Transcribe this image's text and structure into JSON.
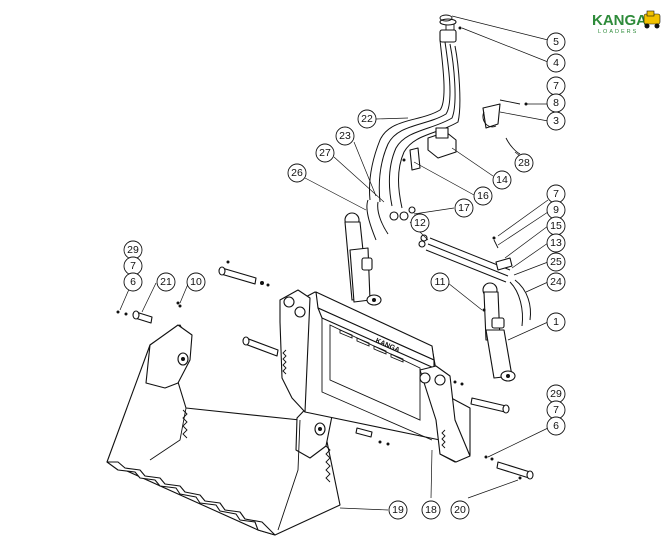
{
  "logo": {
    "brand": "KANGA",
    "sub": "LOADERS",
    "green": "#2e8b3a",
    "yellow": "#f2c200"
  },
  "callouts": [
    {
      "id": "c5",
      "label": "5"
    },
    {
      "id": "c4",
      "label": "4"
    },
    {
      "id": "c7a",
      "label": "7"
    },
    {
      "id": "c8",
      "label": "8"
    },
    {
      "id": "c3",
      "label": "3"
    },
    {
      "id": "c22",
      "label": "22"
    },
    {
      "id": "c23",
      "label": "23"
    },
    {
      "id": "c27",
      "label": "27"
    },
    {
      "id": "c28",
      "label": "28"
    },
    {
      "id": "c14",
      "label": "14"
    },
    {
      "id": "c16",
      "label": "16"
    },
    {
      "id": "c26",
      "label": "26"
    },
    {
      "id": "c17",
      "label": "17"
    },
    {
      "id": "c12",
      "label": "12"
    },
    {
      "id": "c7b",
      "label": "7"
    },
    {
      "id": "c9",
      "label": "9"
    },
    {
      "id": "c15",
      "label": "15"
    },
    {
      "id": "c13",
      "label": "13"
    },
    {
      "id": "c25",
      "label": "25"
    },
    {
      "id": "c24",
      "label": "24"
    },
    {
      "id": "c11",
      "label": "11"
    },
    {
      "id": "c1",
      "label": "1"
    },
    {
      "id": "c29a",
      "label": "29"
    },
    {
      "id": "c7c",
      "label": "7"
    },
    {
      "id": "c6a",
      "label": "6"
    },
    {
      "id": "c21",
      "label": "21"
    },
    {
      "id": "c10",
      "label": "10"
    },
    {
      "id": "c29b",
      "label": "29"
    },
    {
      "id": "c7d",
      "label": "7"
    },
    {
      "id": "c6b",
      "label": "6"
    },
    {
      "id": "c19",
      "label": "19"
    },
    {
      "id": "c18",
      "label": "18"
    },
    {
      "id": "c20",
      "label": "20"
    }
  ]
}
